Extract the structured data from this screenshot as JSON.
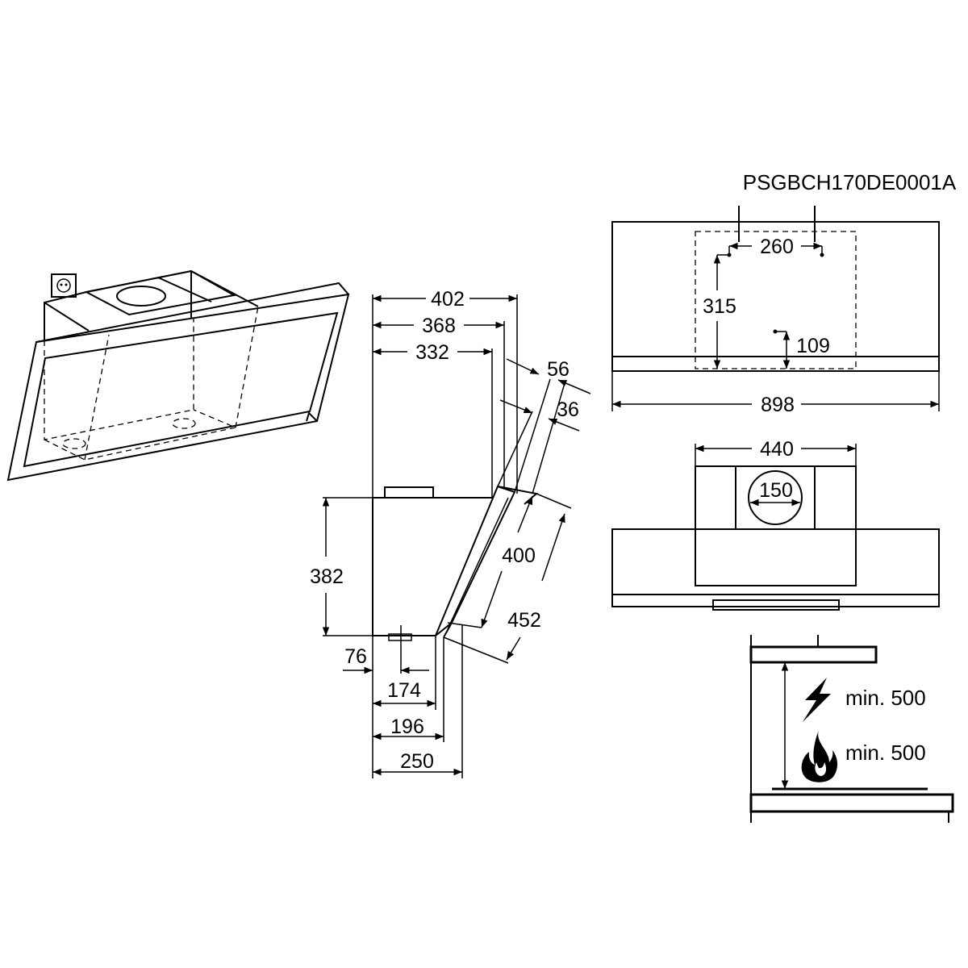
{
  "part_number": "PSGBCH170DE0001A",
  "side_view": {
    "widths": [
      "402",
      "368",
      "332"
    ],
    "depth_bottom": [
      "76",
      "174",
      "196",
      "250"
    ],
    "height": "382",
    "glass": [
      "400",
      "452"
    ],
    "thickness": [
      "56",
      "36"
    ]
  },
  "front_view": {
    "holes_spacing": "260",
    "holes_height": "315",
    "bottom_hole": "109",
    "width": "898"
  },
  "top_view": {
    "chimney_width": "440",
    "outlet_diameter": "150"
  },
  "install": {
    "electric_clearance": "min. 500",
    "gas_clearance": "min. 500"
  }
}
